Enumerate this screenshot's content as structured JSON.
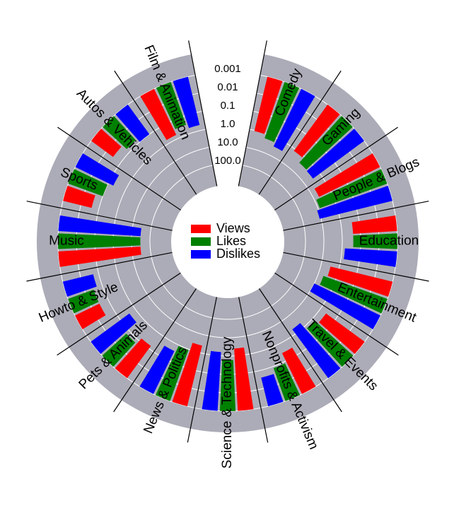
{
  "chart_data": {
    "type": "polar-bar",
    "radial_scale": "log",
    "categories": [
      "Comedy",
      "Gaming",
      "People & Blogs",
      "Education",
      "Entertainment",
      "Travel & Events",
      "Nonprofits & Activism",
      "Science & Technology",
      "News & Politics",
      "Pets & Animals",
      "Howto & Style",
      "Music",
      "Sports",
      "Autos & Vehicles",
      "Film & Animation"
    ],
    "radial_ticks": [
      "100.0",
      "10.0",
      "1.0",
      "0.1",
      "0.01",
      "0.001"
    ],
    "series": [
      {
        "name": "Views",
        "color": "#ff0000",
        "values": [
          1.1,
          1.3,
          5.0,
          0.25,
          3.0,
          0.4,
          0.3,
          2.5,
          2.5,
          0.15,
          0.03,
          30.0,
          0.04,
          0.03,
          0.6
        ]
      },
      {
        "name": "Likes",
        "color": "#008000",
        "values": [
          1.8,
          2.7,
          8.0,
          0.25,
          5.0,
          0.7,
          0.08,
          0.6,
          0.9,
          0.06,
          0.03,
          30.0,
          0.1,
          0.06,
          0.3
        ]
      },
      {
        "name": "Dislikes",
        "color": "#0000ff",
        "values": [
          3.0,
          2.9,
          12.0,
          0.7,
          10.0,
          2.0,
          0.04,
          1.6,
          0.4,
          0.4,
          0.05,
          30.0,
          0.2,
          0.1,
          0.5
        ]
      }
    ],
    "legend": {
      "position": "center",
      "entries": [
        "Views",
        "Likes",
        "Dislikes"
      ]
    },
    "colors": {
      "background_ring": "#acacb8",
      "grid": "#ffffff",
      "separator": "#000000"
    }
  }
}
